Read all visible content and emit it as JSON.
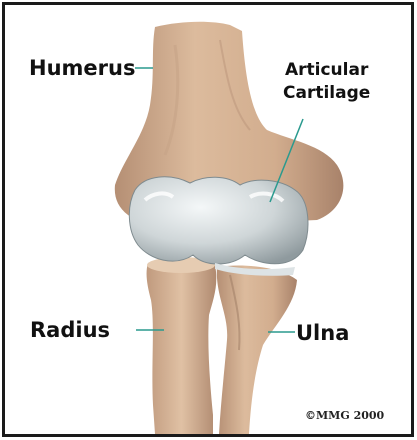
{
  "labels": {
    "humerus": "Humerus",
    "articular_line1": "Articular",
    "articular_line2": "Cartilage",
    "radius": "Radius",
    "ulna": "Ulna"
  },
  "copyright": "©MMG 2000",
  "colors": {
    "bone": "#d9b596",
    "bone_shadow": "#a8826a",
    "cartilage": "#cfd6d8",
    "cartilage_highlight": "#f4f7f8",
    "leader_line": "#2a9a8e",
    "border": "#1a1a1a"
  }
}
